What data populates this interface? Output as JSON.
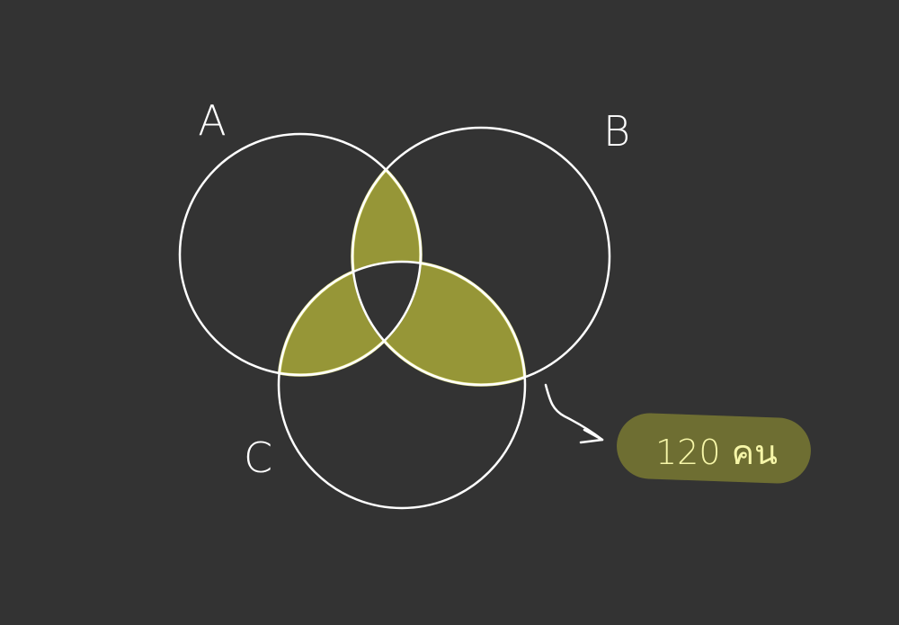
{
  "labels": {
    "a": "A",
    "b": "B",
    "c": "C"
  },
  "callout": {
    "text": "120 คน"
  },
  "colors": {
    "background": "#333333",
    "circle_stroke": "#ffffff",
    "highlight_fill": "#969637",
    "highlight_stroke": "#f2f28a",
    "badge_fill": "#6e6e32",
    "badge_text": "#f6f6a8"
  }
}
